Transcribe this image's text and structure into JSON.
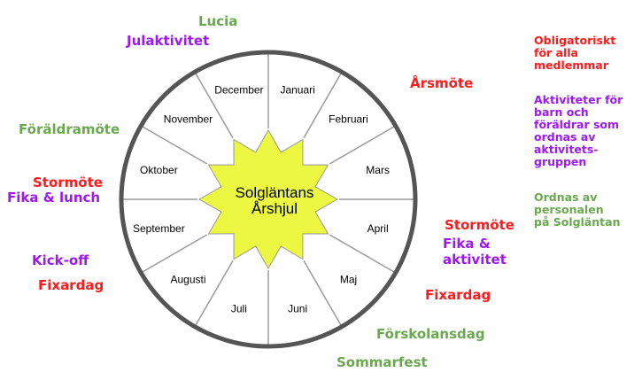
{
  "wheel": {
    "center_title_line1": "Solgläntans",
    "center_title_line2": "Årshjul",
    "months": [
      "Januari",
      "Februari",
      "Mars",
      "April",
      "Maj",
      "Juni",
      "Juli",
      "Augusti",
      "September",
      "Oktober",
      "November",
      "December"
    ],
    "colors": {
      "ring": "#555555",
      "spokes": "#9a9a9a",
      "star_fill": "#ebf741",
      "star_stroke": "#9a9a9a"
    }
  },
  "events": {
    "lucia": "Lucia",
    "julaktivitet": "Julaktivitet",
    "arsmote": "Årsmöte",
    "foraldramote": "Föräldramöte",
    "stormote_left": "Stormöte",
    "fika_lunch": "Fika & lunch",
    "kickoff": "Kick-off",
    "fixardag_left": "Fixardag",
    "stormote_right": "Stormöte",
    "fika_aktivitet_1": "Fika &",
    "fika_aktivitet_2": "aktivitet",
    "fixardag_right": "Fixardag",
    "forskolansdag": "Förskolansdag",
    "sommarfest": "Sommarfest"
  },
  "legend": {
    "red_lines": [
      "Obligatoriskt",
      "för alla",
      "medlemmar"
    ],
    "purple_lines": [
      "Aktiviteter för",
      "barn och",
      "föräldrar som",
      "ordnas av",
      "aktivitets-",
      "gruppen"
    ],
    "green_lines": [
      "Ordnas av",
      "personalen",
      "på Solgläntan"
    ],
    "colors": {
      "red": "#ff1b1b",
      "purple": "#9b19f5",
      "green": "#6aa84f"
    }
  }
}
